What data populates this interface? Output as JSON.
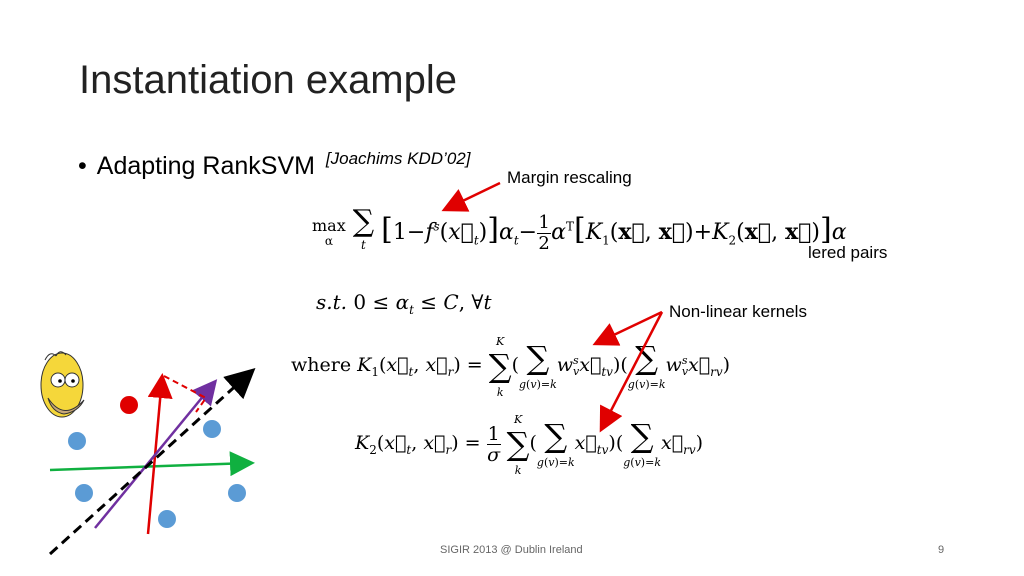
{
  "slide": {
    "title": "Instantiation example",
    "bullet": "Adapting RankSVM",
    "citation": "[Joachims KDD’02]",
    "annotations": {
      "margin_rescaling": "Margin rescaling",
      "non_linear_kernels": "Non-linear kernels",
      "ordered_pairs_tail": "lered pairs"
    },
    "math": {
      "objective": "max_α Σ_t [1−f^s(x_t)] α_t − ½ α^T [K₁(x, x)+K₂(x, x)] α",
      "constraint": "s.t. 0 ≤ α_t ≤ C, ∀t",
      "k1": "where K₁(x_t, x_r) = Σ_k^K ( Σ_{g(v)=k} w_v^s x_tv )( Σ_{g(v)=k} w_v^s x_rv )",
      "k2": "K₂(x_t, x_r) = 1/σ Σ_k^K ( Σ_{g(v)=k} x_tv )( Σ_{g(v)=k} x_rv )"
    },
    "footer": {
      "venue": "SIGIR 2013 @ Dublin Ireland",
      "page": "9"
    }
  },
  "colors": {
    "red": "#e00000",
    "green": "#10b040",
    "purple": "#7030a0",
    "blue_points": "#5b9bd5"
  }
}
